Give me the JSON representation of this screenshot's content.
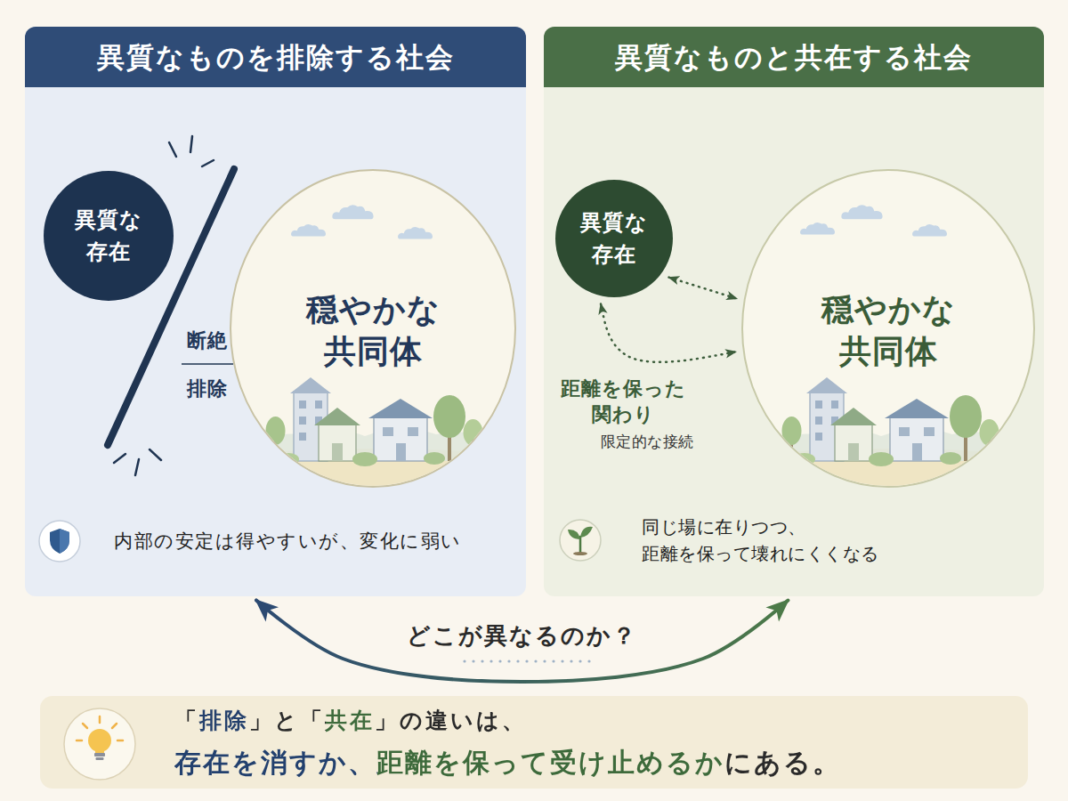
{
  "diagram": {
    "nodes": [
      {
        "text": [
          "異質なものを排除する社会",
          "内部の安定は得やすいが、変化に弱い"
        ]
      },
      {
        "text": [
          "異質な 存在"
        ],
        "in": 0
      },
      {
        "text": [
          "穏やかな 共同体"
        ],
        "in": 0
      },
      {
        "text": [
          "異質なものと共在する社会",
          "同じ場に在りつつ、 距離を保って壊れにくくなる"
        ]
      },
      {
        "text": [
          "異質な 存在"
        ],
        "in": 3
      },
      {
        "text": [
          "穏やかな 共同体"
        ],
        "in": 3
      },
      {
        "text": [
          "「排除」と「共在」の違いは、",
          "存在を消すか、距離を保って受け止めるかにある。"
        ]
      }
    ],
    "edges": [
      {
        "from": 0,
        "to": 3,
        "label": "どこが異なるのか？",
        "arrow": "both"
      },
      {
        "from": 4,
        "to": 5,
        "arrow": "both"
      },
      {
        "from": 4,
        "to": 5,
        "arrow": "both"
      }
    ],
    "labels": [
      "断絶",
      "排除",
      "距離を保った 関わり",
      "限定的な接続"
    ]
  }
}
